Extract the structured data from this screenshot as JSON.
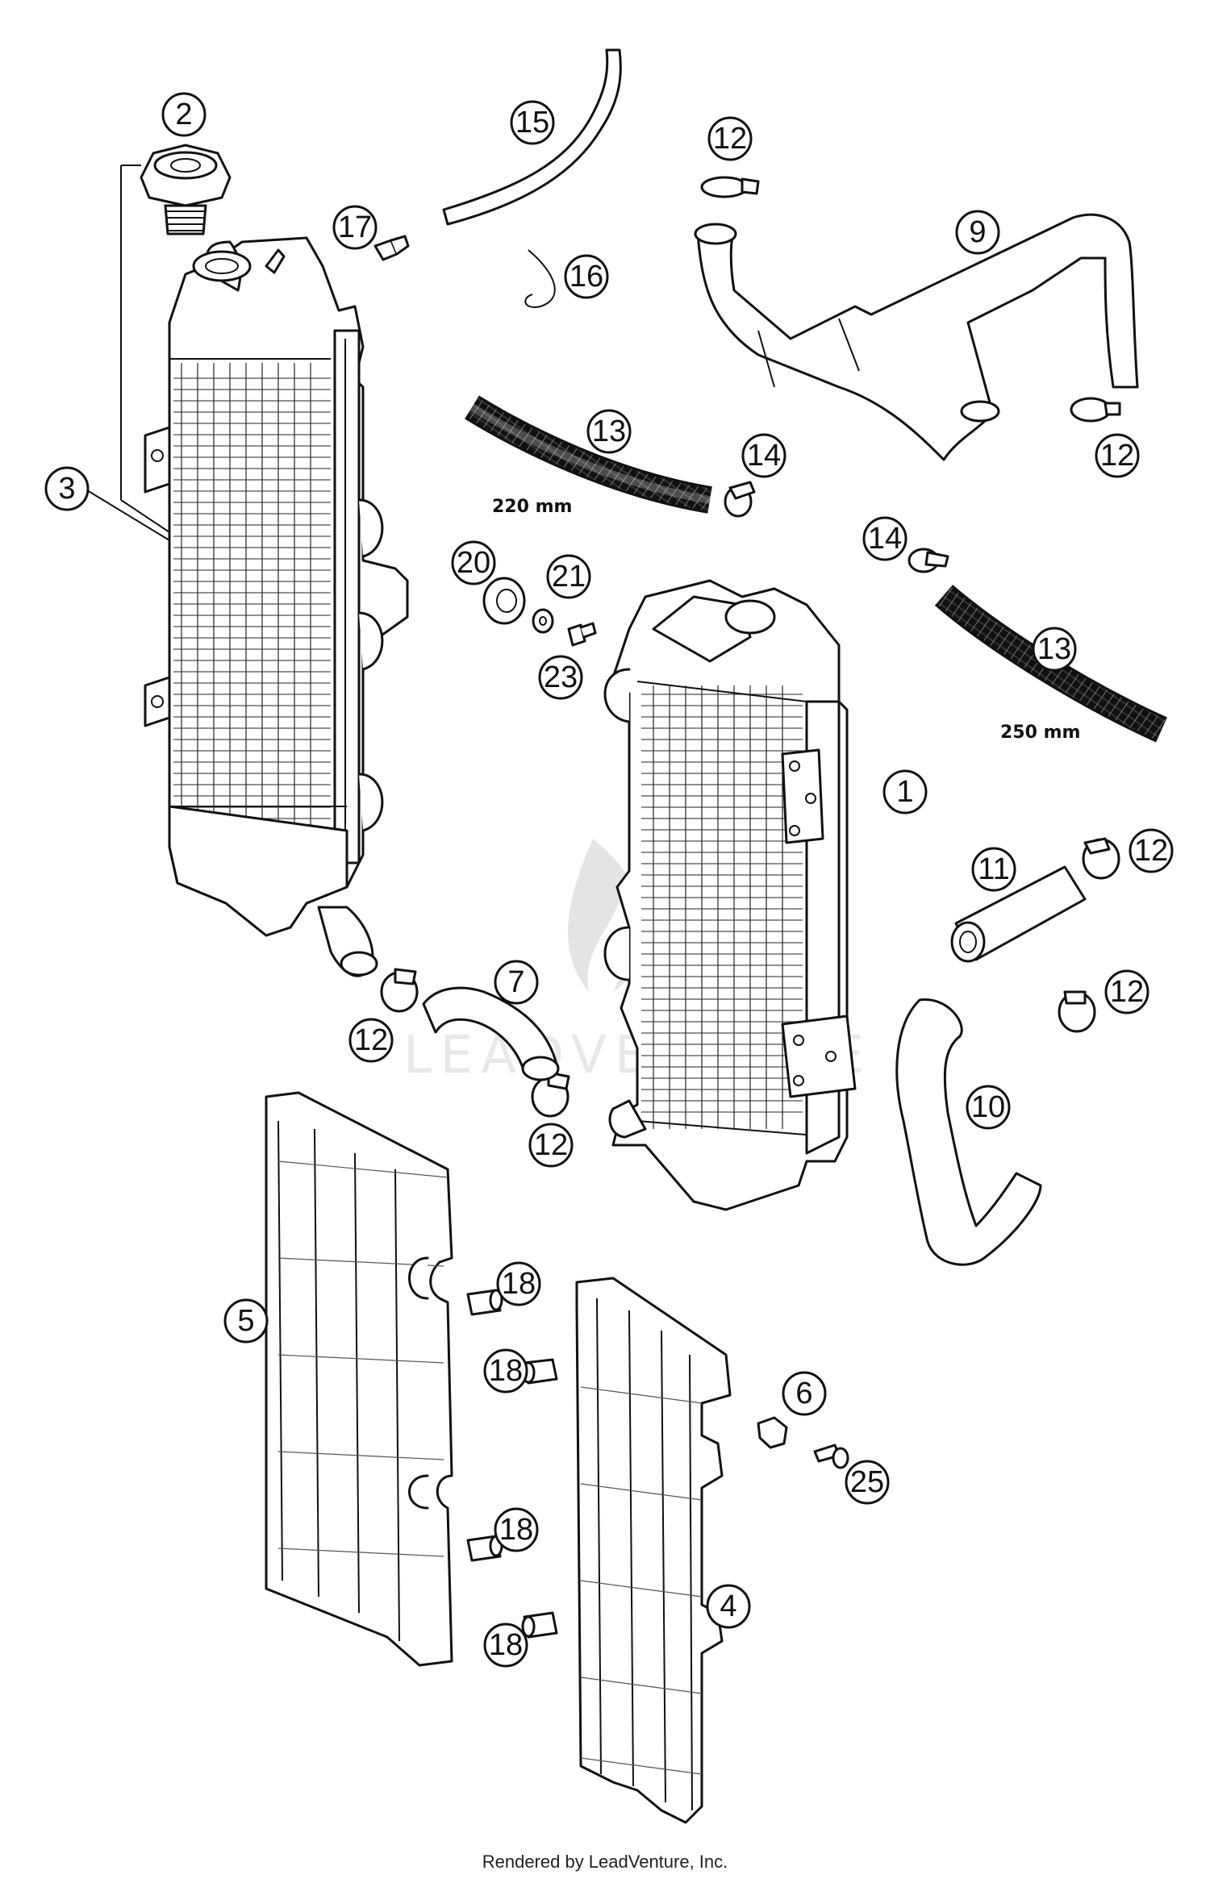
{
  "callouts": [
    "1",
    "2",
    "3",
    "4",
    "5",
    "6",
    "7",
    "9",
    "10",
    "11",
    "12",
    "13",
    "14",
    "15",
    "16",
    "17",
    "18",
    "20",
    "21",
    "23",
    "25"
  ],
  "dimensions": {
    "hose_short": "220 mm",
    "hose_long": "250 mm"
  },
  "watermark": "LEADVENTURE",
  "footer": "Rendered by LeadVenture, Inc.",
  "colors": {
    "line": "#111111",
    "background": "#ffffff",
    "watermark": "#e4e4e4"
  }
}
